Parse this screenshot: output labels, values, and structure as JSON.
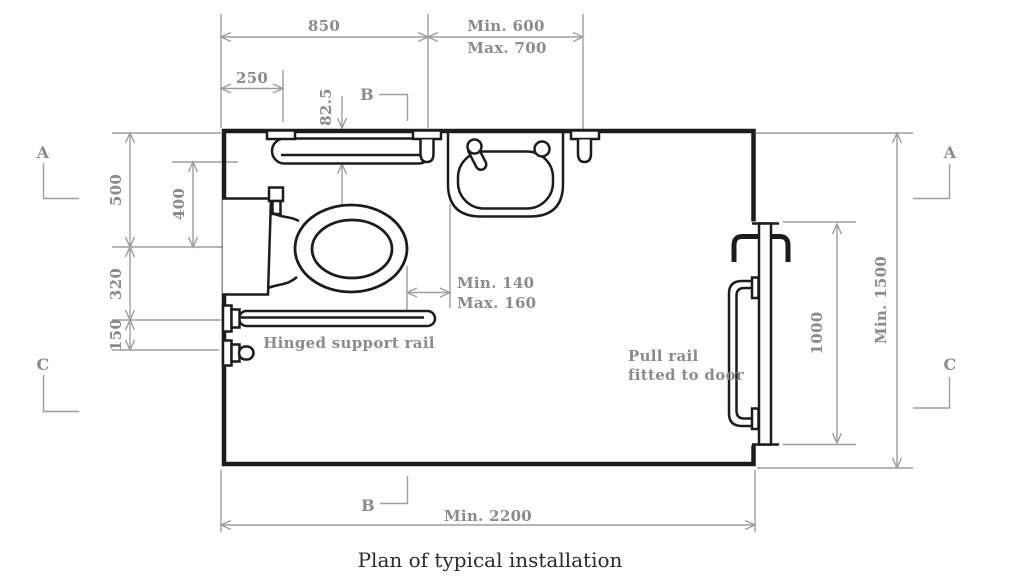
{
  "title": "Plan of typical installation",
  "colors": {
    "ink": "#1c1c1c",
    "annotation": "#8b8b8b",
    "line": "#9e9e9e",
    "title-ink": "#2b2b2b"
  },
  "dims": {
    "d850": "850",
    "dmin600": "Min. 600",
    "dmax700": "Max. 700",
    "d250": "250",
    "d82_5": "82.5",
    "d500": "500",
    "d400": "400",
    "d320": "320",
    "d150": "150",
    "dmin140": "Min. 140",
    "dmax160": "Max. 160",
    "d1000": "1000",
    "dmin1500": "Min. 1500",
    "dmin2200": "Min. 2200"
  },
  "labels": {
    "hinged_rail": "Hinged support rail",
    "pull_rail_1": "Pull rail",
    "pull_rail_2": "fitted to door",
    "section_a": "A",
    "section_b": "B",
    "section_c": "C"
  }
}
